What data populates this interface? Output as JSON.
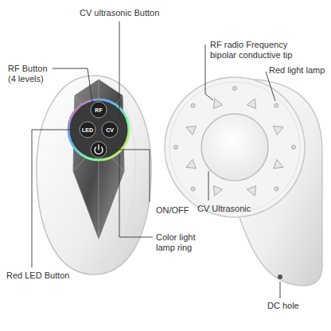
{
  "diagram": {
    "labels": [
      "CV ultrasonic Button",
      "RF radio Frequency bipolar conductive tip",
      "RF Button (4 levels)",
      "Red light lamp",
      "RF",
      "LED",
      "CV",
      "CV Ultrasonic",
      "ON/OFF",
      "Color light lamp ring",
      "Red LED Button",
      "DC hole"
    ]
  }
}
